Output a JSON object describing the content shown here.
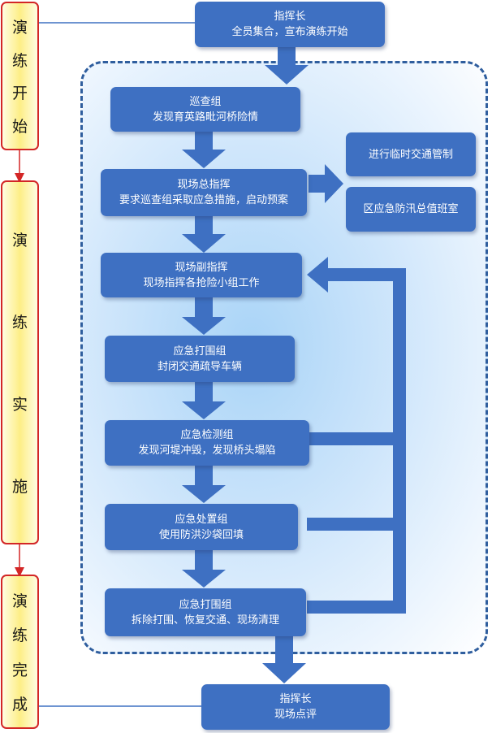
{
  "phases": [
    {
      "chars": [
        "演",
        "练",
        "开",
        "始"
      ]
    },
    {
      "chars": [
        "演",
        "练",
        "实",
        "施"
      ]
    },
    {
      "chars": [
        "演",
        "练",
        "完",
        "成"
      ]
    }
  ],
  "steps": [
    {
      "title": "指挥长",
      "desc": "全员集合，宣布演练开始"
    },
    {
      "title": "巡查组",
      "desc": "发现育英路毗河桥险情"
    },
    {
      "title": "现场总指挥",
      "desc": "要求巡查组采取应急措施，启动预案"
    },
    {
      "title": "现场副指挥",
      "desc": "现场指挥各抢险小组工作"
    },
    {
      "title": "应急打围组",
      "desc": "封闭交通疏导车辆"
    },
    {
      "title": "应急检测组",
      "desc": "发现河堤冲毁，发现桥头塌陷"
    },
    {
      "title": "应急处置组",
      "desc": "使用防洪沙袋回填"
    },
    {
      "title": "应急打围组",
      "desc": "拆除打围、恢复交通、现场清理"
    },
    {
      "title": "指挥长",
      "desc": "现场点评"
    }
  ],
  "side_actions": [
    "进行临时交通管制",
    "区应急防汛总值班室"
  ],
  "colors": {
    "box": "#3e70c2",
    "arrow": "#3e70c2",
    "phase_border": "#d32626",
    "phase_fill": "#fdee86",
    "dashed_border": "#2f5e9e"
  }
}
